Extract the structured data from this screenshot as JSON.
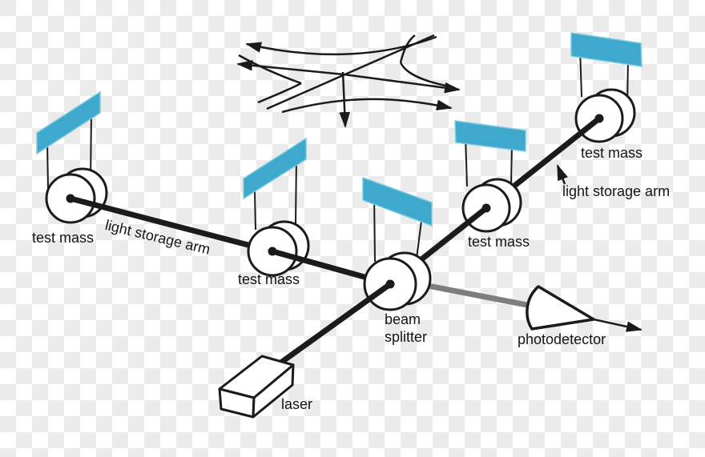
{
  "figure": {
    "subject": "laser interferometer gravitational wave detector schematic"
  },
  "background": {
    "checker_light": "#ffffff",
    "checker_dark": "#ebebeb"
  },
  "colors": {
    "support_fill": "#3FA9CD",
    "support_edge": "#7CC9DF",
    "line_black": "#1b1b1b",
    "beam_gray": "#7d7d7d",
    "element_white": "#ffffff"
  },
  "labels": {
    "test_mass": "test mass",
    "light_storage_arm": "light storage arm",
    "beam_splitter": {
      "line1": "beam",
      "line2": "splitter"
    },
    "laser": "laser",
    "photodetector": "photodetector"
  }
}
